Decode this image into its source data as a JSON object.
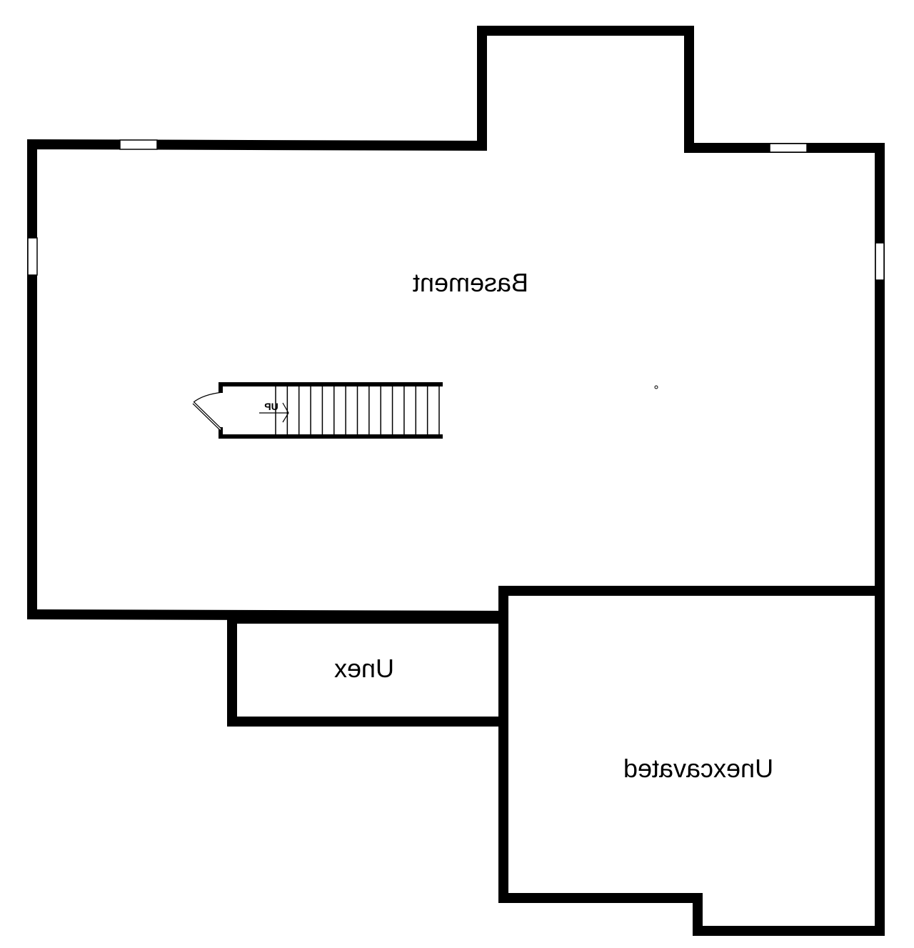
{
  "plan": {
    "rooms": [
      {
        "label": "Basement"
      },
      {
        "label": "Unex"
      },
      {
        "label": "Unexcavated"
      }
    ],
    "stair_label": "UP",
    "stair_risers": 14,
    "wall_color": "#000000",
    "background": "#ffffff"
  }
}
